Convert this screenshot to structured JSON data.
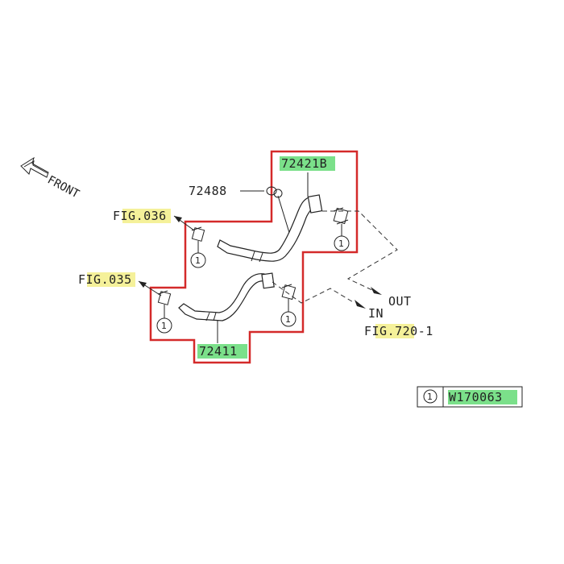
{
  "labels": {
    "front": "FRONT",
    "part_upper": "72421B",
    "part_clamp": "72488",
    "part_lower": "72411",
    "fig_upper": "FIG.036",
    "fig_lower": "FIG.035",
    "fig_ref": "FIG.720-1",
    "out": "OUT",
    "in": "IN",
    "callout": "1"
  },
  "legend": {
    "symbol": "1",
    "part": "W170063"
  },
  "colors": {
    "outline": "#d42a2a",
    "highlight_green": "#7be08a",
    "highlight_yellow": "#f5f19a",
    "line": "#222222"
  }
}
